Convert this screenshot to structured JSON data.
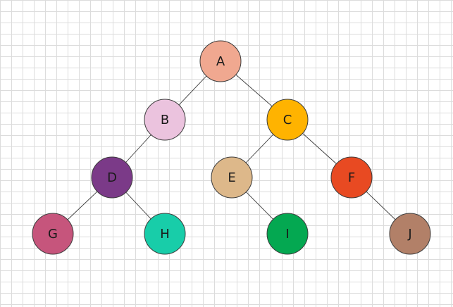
{
  "tree": {
    "nodes": [
      {
        "id": "A",
        "label": "A",
        "color": "#f0a890"
      },
      {
        "id": "B",
        "label": "B",
        "color": "#ebc3de"
      },
      {
        "id": "C",
        "label": "C",
        "color": "#ffb300"
      },
      {
        "id": "D",
        "label": "D",
        "color": "#7b3a88"
      },
      {
        "id": "E",
        "label": "E",
        "color": "#ddb88a"
      },
      {
        "id": "F",
        "label": "F",
        "color": "#e84a22"
      },
      {
        "id": "G",
        "label": "G",
        "color": "#c6557c"
      },
      {
        "id": "H",
        "label": "H",
        "color": "#18cda9"
      },
      {
        "id": "I",
        "label": "I",
        "color": "#04a851"
      },
      {
        "id": "J",
        "label": "J",
        "color": "#b28068"
      }
    ],
    "edges": [
      {
        "from": "A",
        "to": "B"
      },
      {
        "from": "A",
        "to": "C"
      },
      {
        "from": "B",
        "to": "D"
      },
      {
        "from": "C",
        "to": "E"
      },
      {
        "from": "C",
        "to": "F"
      },
      {
        "from": "D",
        "to": "G"
      },
      {
        "from": "D",
        "to": "H"
      },
      {
        "from": "E",
        "to": "I"
      },
      {
        "from": "F",
        "to": "J"
      }
    ]
  }
}
